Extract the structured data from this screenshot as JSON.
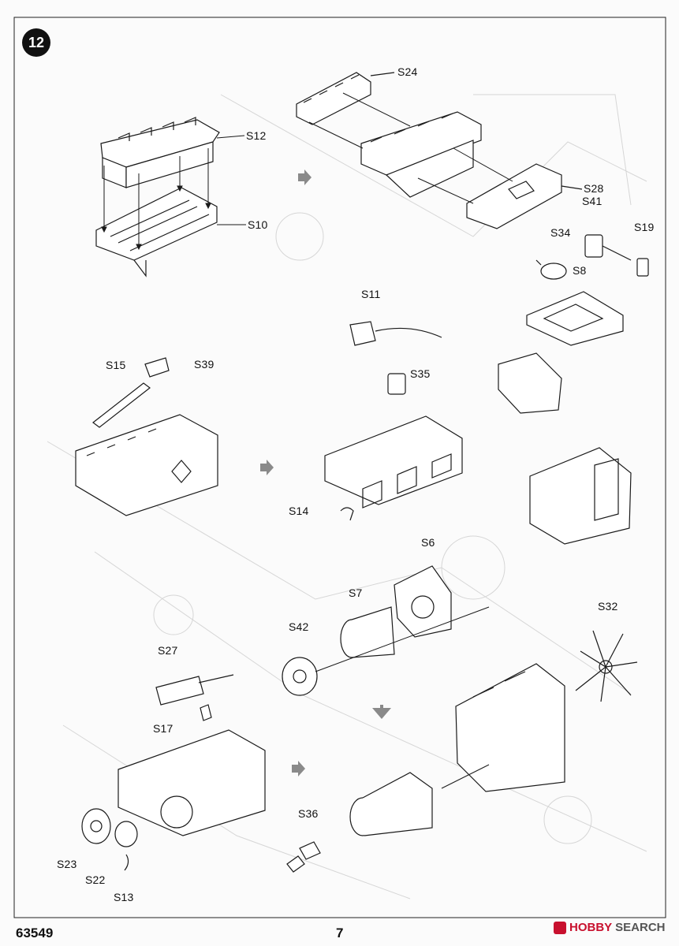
{
  "step": "12",
  "footer": {
    "kit_number": "63549",
    "page": "7"
  },
  "watermark": {
    "brand": "HOBBY",
    "word": "SEARCH"
  },
  "parts": [
    {
      "id": "S24",
      "label": "S24"
    },
    {
      "id": "S12",
      "label": "S12"
    },
    {
      "id": "S10",
      "label": "S10"
    },
    {
      "id": "S28",
      "label": "S28"
    },
    {
      "id": "S41",
      "label": "S41"
    },
    {
      "id": "S19",
      "label": "S19"
    },
    {
      "id": "S34",
      "label": "S34"
    },
    {
      "id": "S8",
      "label": "S8"
    },
    {
      "id": "S11",
      "label": "S11"
    },
    {
      "id": "S15",
      "label": "S15"
    },
    {
      "id": "S39",
      "label": "S39"
    },
    {
      "id": "S35",
      "label": "S35"
    },
    {
      "id": "S14",
      "label": "S14"
    },
    {
      "id": "S6",
      "label": "S6"
    },
    {
      "id": "S7",
      "label": "S7"
    },
    {
      "id": "S42",
      "label": "S42"
    },
    {
      "id": "S32",
      "label": "S32"
    },
    {
      "id": "S27",
      "label": "S27"
    },
    {
      "id": "S17",
      "label": "S17"
    },
    {
      "id": "S36",
      "label": "S36"
    },
    {
      "id": "S23",
      "label": "S23"
    },
    {
      "id": "S22",
      "label": "S22"
    },
    {
      "id": "S13",
      "label": "S13"
    }
  ],
  "colors": {
    "ink": "#1a1a1a",
    "ghost": "#d6d6d6",
    "arrow": "#8a8a8a",
    "watermark": "#c8102e"
  }
}
